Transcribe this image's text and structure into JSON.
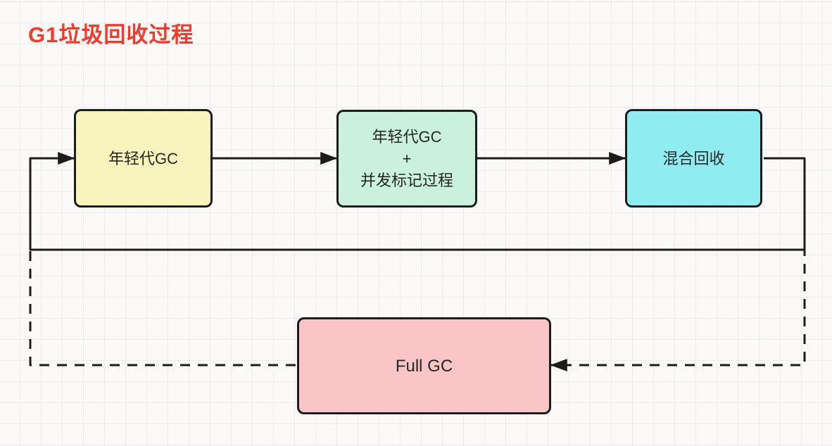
{
  "title": "G1垃圾回收过程",
  "colors": {
    "title": "#f5392a",
    "stroke": "#1c1c1c",
    "grid_line": "#ececee",
    "canvas": "#fbfaf9",
    "young_gc_fill": "#f9f4bd",
    "young_gc_mark_fill": "#c9f1db",
    "mixed_fill": "#8fedf2",
    "full_gc_fill": "#f9c5c6"
  },
  "nodes": [
    {
      "id": "young-gc",
      "label": "年轻代GC",
      "fill": "#f9f4bd"
    },
    {
      "id": "young-gc-concurrent",
      "label": "年轻代GC\n+\n并发标记过程",
      "fill": "#c9f1db"
    },
    {
      "id": "mixed-collection",
      "label": "混合回收",
      "fill": "#8fedf2"
    },
    {
      "id": "full-gc",
      "label": "Full GC",
      "fill": "#f9c5c6"
    }
  ],
  "edges": [
    {
      "from": "young-gc",
      "to": "young-gc-concurrent",
      "style": "solid",
      "arrow": "target"
    },
    {
      "from": "young-gc-concurrent",
      "to": "mixed-collection",
      "style": "solid",
      "arrow": "target"
    },
    {
      "from": "mixed-collection",
      "to": "young-gc",
      "style": "solid",
      "arrow": "target"
    },
    {
      "from": "mixed-collection",
      "to": "full-gc",
      "style": "dashed",
      "arrow": "target"
    },
    {
      "from": "full-gc",
      "to": "young-gc",
      "style": "dashed",
      "arrow": "none"
    }
  ]
}
